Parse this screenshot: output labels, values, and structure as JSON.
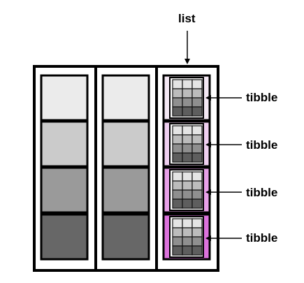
{
  "diagram": {
    "list_label": "list",
    "tibble_labels": [
      "tibble",
      "tibble",
      "tibble",
      "tibble"
    ],
    "cell_colors": [
      "#ebebeb",
      "#cbcbcb",
      "#9a9a9a",
      "#676767"
    ],
    "list_cell_colors": [
      "#f4e8f4",
      "#efcff0",
      "#e8a0e8",
      "#dc72dc"
    ],
    "mini_table_row_colors": [
      "#e4e4e4",
      "#bcbcbc",
      "#8f8f8f",
      "#5e5e5e"
    ]
  }
}
